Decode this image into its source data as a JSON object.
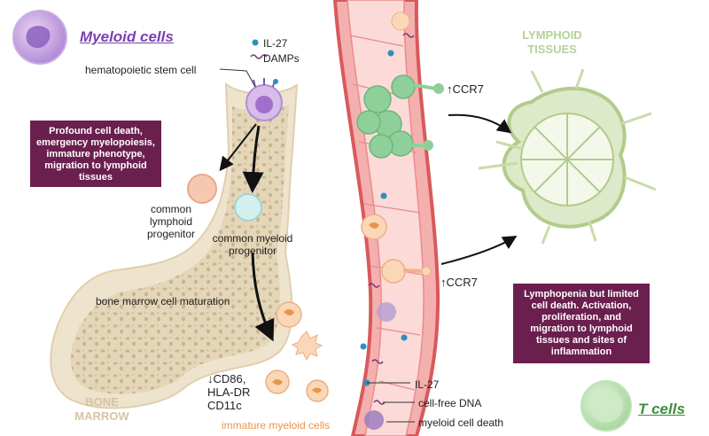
{
  "titles": {
    "myeloid": "Myeloid cells",
    "t_cells": "T cells",
    "lymphoid_tissues_line1": "LYMPHOID",
    "lymphoid_tissues_line2": "TISSUES",
    "bone_marrow_line1": "BONE",
    "bone_marrow_line2": "MARROW"
  },
  "labels": {
    "hsc": "hematopoietic stem cell",
    "il27_top": "IL-27",
    "damps": "DAMPs",
    "ccr7_top": "↑CCR7",
    "ccr7_bottom": "↑CCR7",
    "clp_1": "common",
    "clp_2": "lymphoid",
    "clp_3": "progenitor",
    "cmp_1": "common myeloid",
    "cmp_2": "progenitor",
    "bm_maturation": "bone marrow cell maturation",
    "markers_1": "↓CD86,",
    "markers_2": "HLA-DR",
    "markers_3": "CD11c",
    "immature": "immature myeloid cells",
    "il27_bottom": "IL-27",
    "cfdna": "cell-free DNA",
    "myeloid_death": "myeloid cell death"
  },
  "boxes": {
    "myeloid_effects": [
      "Profound cell death,",
      "emergency myelopoiesis,",
      "immature phenotype,",
      "migration to lymphoid",
      "tissues"
    ],
    "t_cell_effects": [
      "Lymphopenia but limited",
      "cell death. Activation,",
      "proliferation, and",
      "migration to lymphoid",
      "tissues and sites of",
      "inflammation"
    ]
  },
  "colors": {
    "box_bg": "#6b1f4e",
    "myeloid_title": "#7b3fb0",
    "t_title": "#3d8f3d",
    "vessel": "#f2a7a5",
    "bone": "#eee3cc",
    "ccr7_cells": "#8fcf99",
    "lymph_node": "#dde9c8"
  }
}
